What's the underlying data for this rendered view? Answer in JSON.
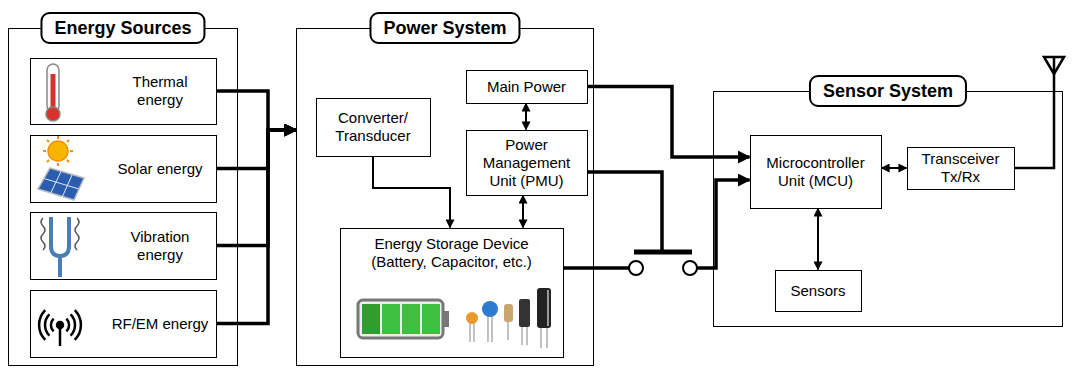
{
  "diagram": {
    "nodes": [
      {
        "text": [
          "Energy Sources"
        ]
      },
      {
        "text": [
          "Thermal energy"
        ],
        "in": 0
      },
      {
        "text": [
          "Solar energy"
        ],
        "in": 0
      },
      {
        "text": [
          "Vibration energy"
        ],
        "in": 0
      },
      {
        "text": [
          "RF/EM energy"
        ],
        "in": 0
      },
      {
        "text": [
          "Power System"
        ]
      },
      {
        "text": [
          "Converter/ Transducer"
        ],
        "in": 5
      },
      {
        "text": [
          "Main Power"
        ],
        "in": 5
      },
      {
        "text": [
          "Power Management Unit (PMU)"
        ],
        "in": 5
      },
      {
        "text": [
          "Energy Storage Device (Battery, Capacitor, etc.)"
        ],
        "in": 5
      },
      {
        "text": [
          "Sensor System"
        ]
      },
      {
        "text": [
          "Microcontroller Unit (MCU)"
        ],
        "in": 10
      },
      {
        "text": [
          "Transceiver Tx/Rx"
        ],
        "in": 10
      },
      {
        "text": [
          "Sensors"
        ],
        "in": 10
      }
    ],
    "edges": [
      {
        "from": 1,
        "to": 5,
        "arrow": "to"
      },
      {
        "from": 2,
        "to": 5,
        "arrow": "to"
      },
      {
        "from": 3,
        "to": 5,
        "arrow": "to"
      },
      {
        "from": 4,
        "to": 5,
        "arrow": "to"
      },
      {
        "from": 6,
        "to": 9,
        "arrow": "to"
      },
      {
        "from": 7,
        "to": 8,
        "arrow": "both"
      },
      {
        "from": 8,
        "to": 9,
        "arrow": "both"
      },
      {
        "from": 7,
        "to": 11,
        "arrow": "to"
      },
      {
        "from": 9,
        "to": 11,
        "arrow": "to"
      },
      {
        "from": 11,
        "to": 12,
        "arrow": "both"
      },
      {
        "from": 11,
        "to": 13,
        "arrow": "both"
      }
    ]
  }
}
